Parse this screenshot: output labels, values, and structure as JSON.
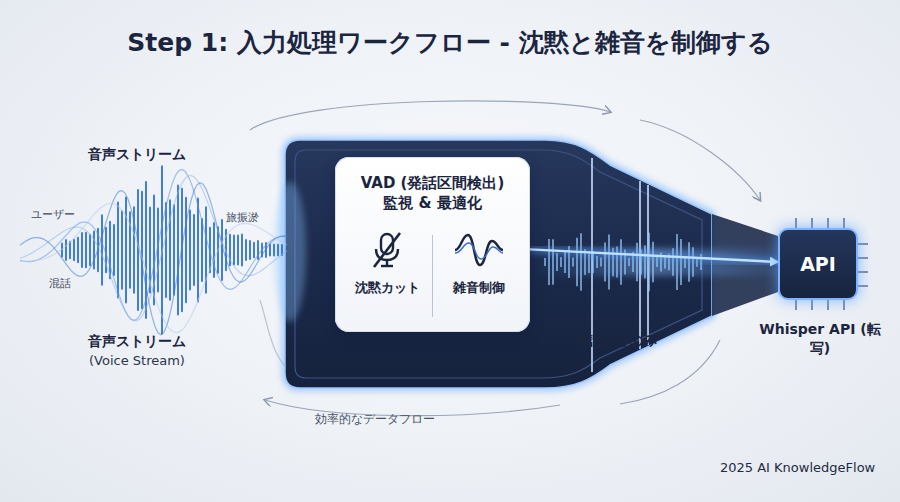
{
  "diagram": {
    "title": "Step 1: 入力処理ワークフロー - 沈黙と雑音を制御する",
    "nodes": [
      {
        "text": [
          "VAD (発話区間検出) 監視 & 最適化"
        ]
      },
      {
        "text": [
          "沈黙カット"
        ],
        "in": 0
      },
      {
        "text": [
          "雑音制御"
        ],
        "in": 0
      },
      {
        "text": [
          "API",
          "Whisper API (転写)"
        ]
      }
    ],
    "edges": [
      {
        "from": 0,
        "to": 3,
        "arrow": "to",
        "label": "発話部分のみ"
      }
    ],
    "labels": [
      "音声ストリーム",
      "ユーザー",
      "旅振淤",
      "混話",
      "音声ストリーム",
      "(Voice Stream)",
      "効率的なデータフロー",
      "2025 AI KnowledgeFlow"
    ]
  }
}
